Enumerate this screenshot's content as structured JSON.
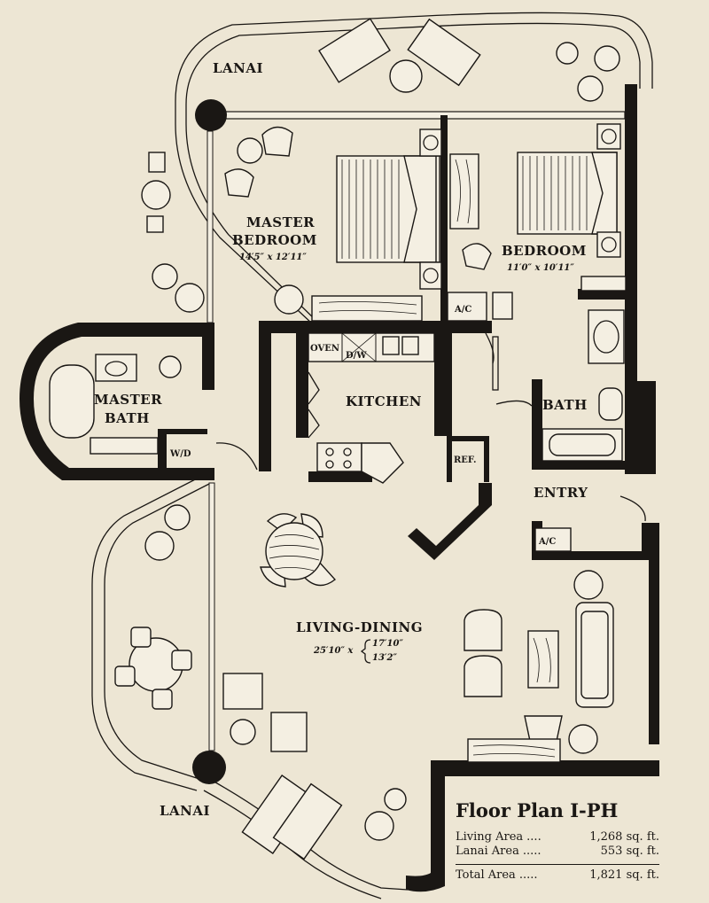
{
  "plan": {
    "title": "Floor Plan I-PH",
    "rooms": {
      "lanai_top": "LANAI",
      "master_bedroom": [
        "MASTER",
        "BEDROOM"
      ],
      "master_bedroom_dims": "14′5″ x 12′11″",
      "bedroom": "BEDROOM",
      "bedroom_dims": "11′0″ x 10′11″",
      "master_bath": [
        "MASTER",
        "BATH"
      ],
      "kitchen": "KITCHEN",
      "bath": "BATH",
      "entry": "ENTRY",
      "living_dining": "LIVING-DINING",
      "living_dims_prefix": "25′10″ x",
      "living_dims_a": "17′10″",
      "living_dims_b": "13′2″",
      "lanai_bottom": "LANAI"
    },
    "fixtures": {
      "ac_1": "A/C",
      "oven": "OVEN",
      "dw": "D/W",
      "wd": "W/D",
      "ref": "REF.",
      "ac_2": "A/C"
    },
    "areas": [
      {
        "label": "Living Area",
        "dots": "....",
        "value": "1,268 sq. ft."
      },
      {
        "label": "Lanai Area",
        "dots": ".....",
        "value": "553 sq. ft."
      }
    ],
    "total": {
      "label": "Total Area",
      "dots": ".....",
      "value": "1,821 sq. ft."
    }
  }
}
